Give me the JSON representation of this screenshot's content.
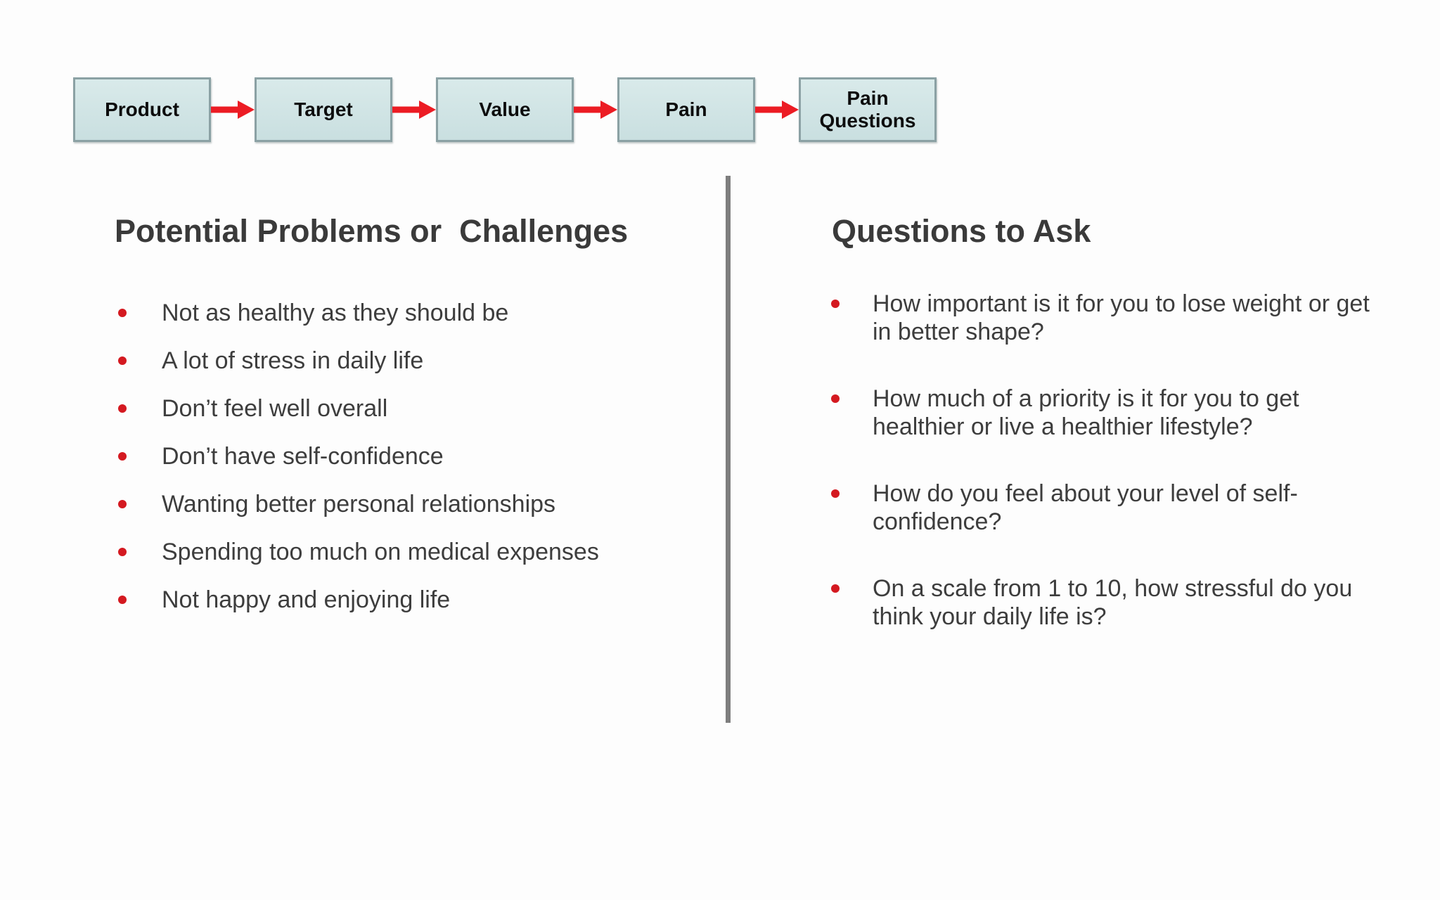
{
  "slide": {
    "flow": {
      "boxes": [
        {
          "label": "Product"
        },
        {
          "label": "Target"
        },
        {
          "label": "Value"
        },
        {
          "label": "Pain"
        },
        {
          "label": "Pain\nQuestions"
        }
      ]
    },
    "left_column": {
      "heading": "Potential Problems or  Challenges",
      "items": [
        "Not as healthy as they should be",
        "A lot of stress in daily life",
        "Don’t feel well overall",
        "Don’t have self-confidence",
        "Wanting better personal relationships",
        "Spending too much on medical expenses",
        "Not happy and enjoying life"
      ]
    },
    "right_column": {
      "heading": "Questions to Ask",
      "items": [
        "How important is it for you to lose weight or get\nin better shape?",
        "How much of a priority is it for you to get\nhealthier or live a healthier lifestyle?",
        "How do you feel about your level of self-\nconfidence?",
        "On a scale from 1 to 10, how stressful do you\nthink your daily life is?"
      ]
    },
    "colors": {
      "box_fill": "#cfe3e3",
      "box_border": "#8ba1a4",
      "arrow_red": "#ec1c24",
      "bullet_red": "#d41920",
      "divider_gray": "#7e7e7e",
      "text": "#3d3d3d"
    }
  }
}
